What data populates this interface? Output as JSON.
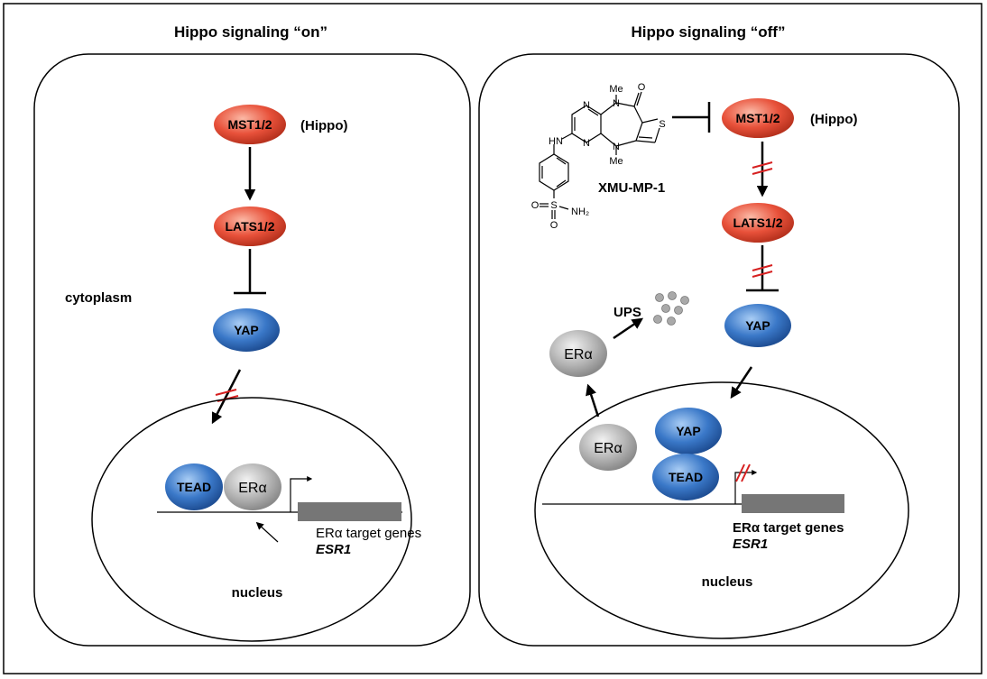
{
  "left_panel": {
    "title": "Hippo signaling “on”",
    "mst_label": "MST1/2",
    "hippo_label": "(Hippo)",
    "lats_label": "LATS1/2",
    "yap_label": "YAP",
    "cytoplasm_label": "cytoplasm",
    "tead_label": "TEAD",
    "era_label": "ERα",
    "target_genes_label": "ERα target genes",
    "esr1_label": "ESR1",
    "nucleus_label": "nucleus"
  },
  "right_panel": {
    "title": "Hippo signaling “off”",
    "mst_label": "MST1/2",
    "hippo_label": "(Hippo)",
    "lats_label": "LATS1/2",
    "yap_label": "YAP",
    "inhibitor_label": "XMU-MP-1",
    "ups_label": "UPS",
    "era_cyto_label": "ERα",
    "era_nuc_label": "ERα",
    "yap_nuc_label": "YAP",
    "tead_label": "TEAD",
    "target_genes_label": "ERα target genes",
    "esr1_label": "ESR1",
    "nucleus_label": "nucleus"
  },
  "molecule_atoms": {
    "me_top": "Me",
    "me_bottom": "Me",
    "oxygen": "O",
    "n_top": "N",
    "n_ring1": "N",
    "n_ring2": "N",
    "n_bottom": "N",
    "sulfur_ring": "S",
    "hn": "HN",
    "sulfonyl_s": "S",
    "o_left": "O",
    "o_bottom": "O",
    "nh2": "NH₂"
  },
  "colors": {
    "kinase_red": "#e8513a",
    "yap_blue": "#3a78c8",
    "era_gray": "#a9a9a9",
    "inhibitor_red": "#d62020"
  }
}
